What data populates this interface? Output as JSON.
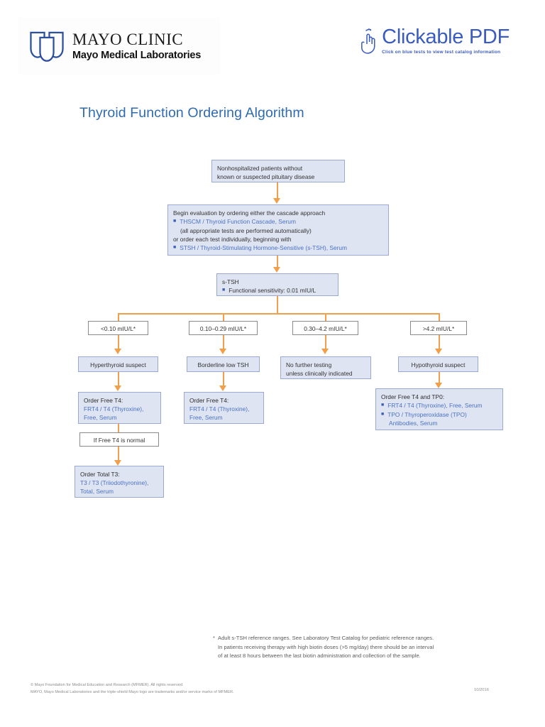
{
  "header": {
    "logo": {
      "icon": "mayo-triple-shield-icon",
      "title": "MAYO CLINIC",
      "subtitle": "Mayo Medical Laboratories"
    },
    "clickable_badge": {
      "icon": "pointing-hand-click-icon",
      "title": "Clickable PDF",
      "subtitle": "Click on blue tests to view test catalog information"
    }
  },
  "document": {
    "title": "Thyroid Function Ordering Algorithm"
  },
  "flow": {
    "start": {
      "line1": "Nonhospitalized patients without",
      "line2": "known or suspected pituitary disease"
    },
    "evaluation": {
      "intro": "Begin evaluation by ordering either the cascade approach",
      "test1": "THSCM / Thyroid Function Cascade, Serum",
      "note1": "(all appropriate tests are performed automatically)",
      "middle": "or order each test individually, beginning with",
      "test2": "STSH / Thyroid-Stimulating Hormone-Sensitive (s-TSH), Serum"
    },
    "stsh": {
      "title": "s-TSH",
      "sensitivity": "Functional sensitivity: 0.01 mIU/L"
    },
    "ranges": [
      "<0.10 mIU/L*",
      "0.10–0.29 mIU/L*",
      "0.30–4.2 mIU/L*",
      ">4.2 mIU/L*"
    ],
    "results": [
      {
        "line1": "Hyperthyroid suspect",
        "line2": ""
      },
      {
        "line1": "Borderline low TSH",
        "line2": ""
      },
      {
        "line1": "No further testing",
        "line2": "unless clinically indicated"
      },
      {
        "line1": "Hypothyroid suspect",
        "line2": ""
      }
    ],
    "orders": {
      "left": {
        "title": "Order Free T4:",
        "test_line1": "FRT4 / T4 (Thyroxine),",
        "test_line2": "Free, Serum"
      },
      "middle": {
        "title": "Order Free T4:",
        "test_line1": "FRT4 / T4 (Thyroxine),",
        "test_line2": "Free, Serum"
      },
      "right": {
        "title": "Order Free T4 and TP0:",
        "test1": "FRT4 / T4 (Thyroxine), Free, Serum",
        "test2_line1": "TPO / Thyroperoxidase (TPO)",
        "test2_line2": "Antibodies, Serum"
      }
    },
    "condition": "If Free T4 is normal",
    "total_t3": {
      "title": "Order Total T3:",
      "test_line1": "T3 / T3 (Triiodothyronine),",
      "test_line2": "Total, Serum"
    }
  },
  "footnote": {
    "marker": "*",
    "line1": "Adult s-TSH reference ranges. See Laboratory Test Catalog for pediatric reference ranges.",
    "line2": "In patients receiving therapy with high biotin doses (>5 mg/day) there should be an interval",
    "line3": "of at least 8 hours between the last biotin administration and collection of  the sample."
  },
  "footer": {
    "copyright_line1": "© Mayo Foundation for Medical Education and Research (MFMER). All rights reserved.",
    "copyright_line2": "MAYO, Mayo Medical Laboratories and the triple-shield Mayo logo are trademarks and/or service marks of MFMER.",
    "date": "10/2016"
  },
  "colors": {
    "title_blue": "#2f6bb0",
    "link_blue": "#4a72c4",
    "box_fill": "#dfe4f2",
    "box_border": "#9aa9cf",
    "connector_orange": "#f0a04b",
    "badge_blue": "#3a5bbf"
  }
}
